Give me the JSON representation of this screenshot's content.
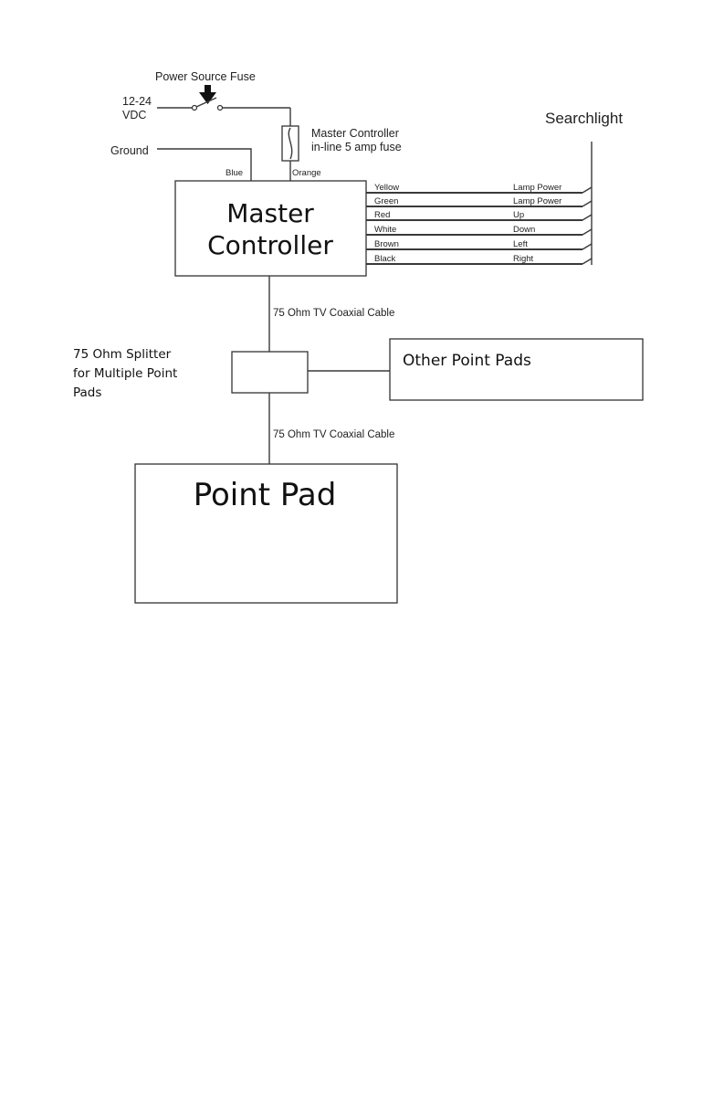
{
  "power": {
    "fuse_label": "Power Source Fuse",
    "voltage_line1": "12-24",
    "voltage_line2": "VDC",
    "ground_label": "Ground"
  },
  "master_fuse": {
    "line1": "Master Controller",
    "line2": "in-line 5 amp fuse"
  },
  "wire_tags": {
    "blue": "Blue",
    "orange": "Orange"
  },
  "master_controller": {
    "line1": "Master",
    "line2": "Controller"
  },
  "searchlight": {
    "label": "Searchlight"
  },
  "control_wires": [
    {
      "color": "Yellow",
      "function": "Lamp Power"
    },
    {
      "color": "Green",
      "function": "Lamp Power"
    },
    {
      "color": "Red",
      "function": "Up"
    },
    {
      "color": "White",
      "function": "Down"
    },
    {
      "color": "Brown",
      "function": "Left"
    },
    {
      "color": "Black",
      "function": "Right"
    }
  ],
  "coax": {
    "upper_label": "75 Ohm TV Coaxial Cable",
    "lower_label": "75 Ohm TV Coaxial Cable"
  },
  "splitter": {
    "line1": "75 Ohm Splitter",
    "line2": "for Multiple Point",
    "line3": "Pads"
  },
  "other_pads": {
    "label": "Other Point Pads"
  },
  "point_pad": {
    "label": "Point Pad"
  }
}
